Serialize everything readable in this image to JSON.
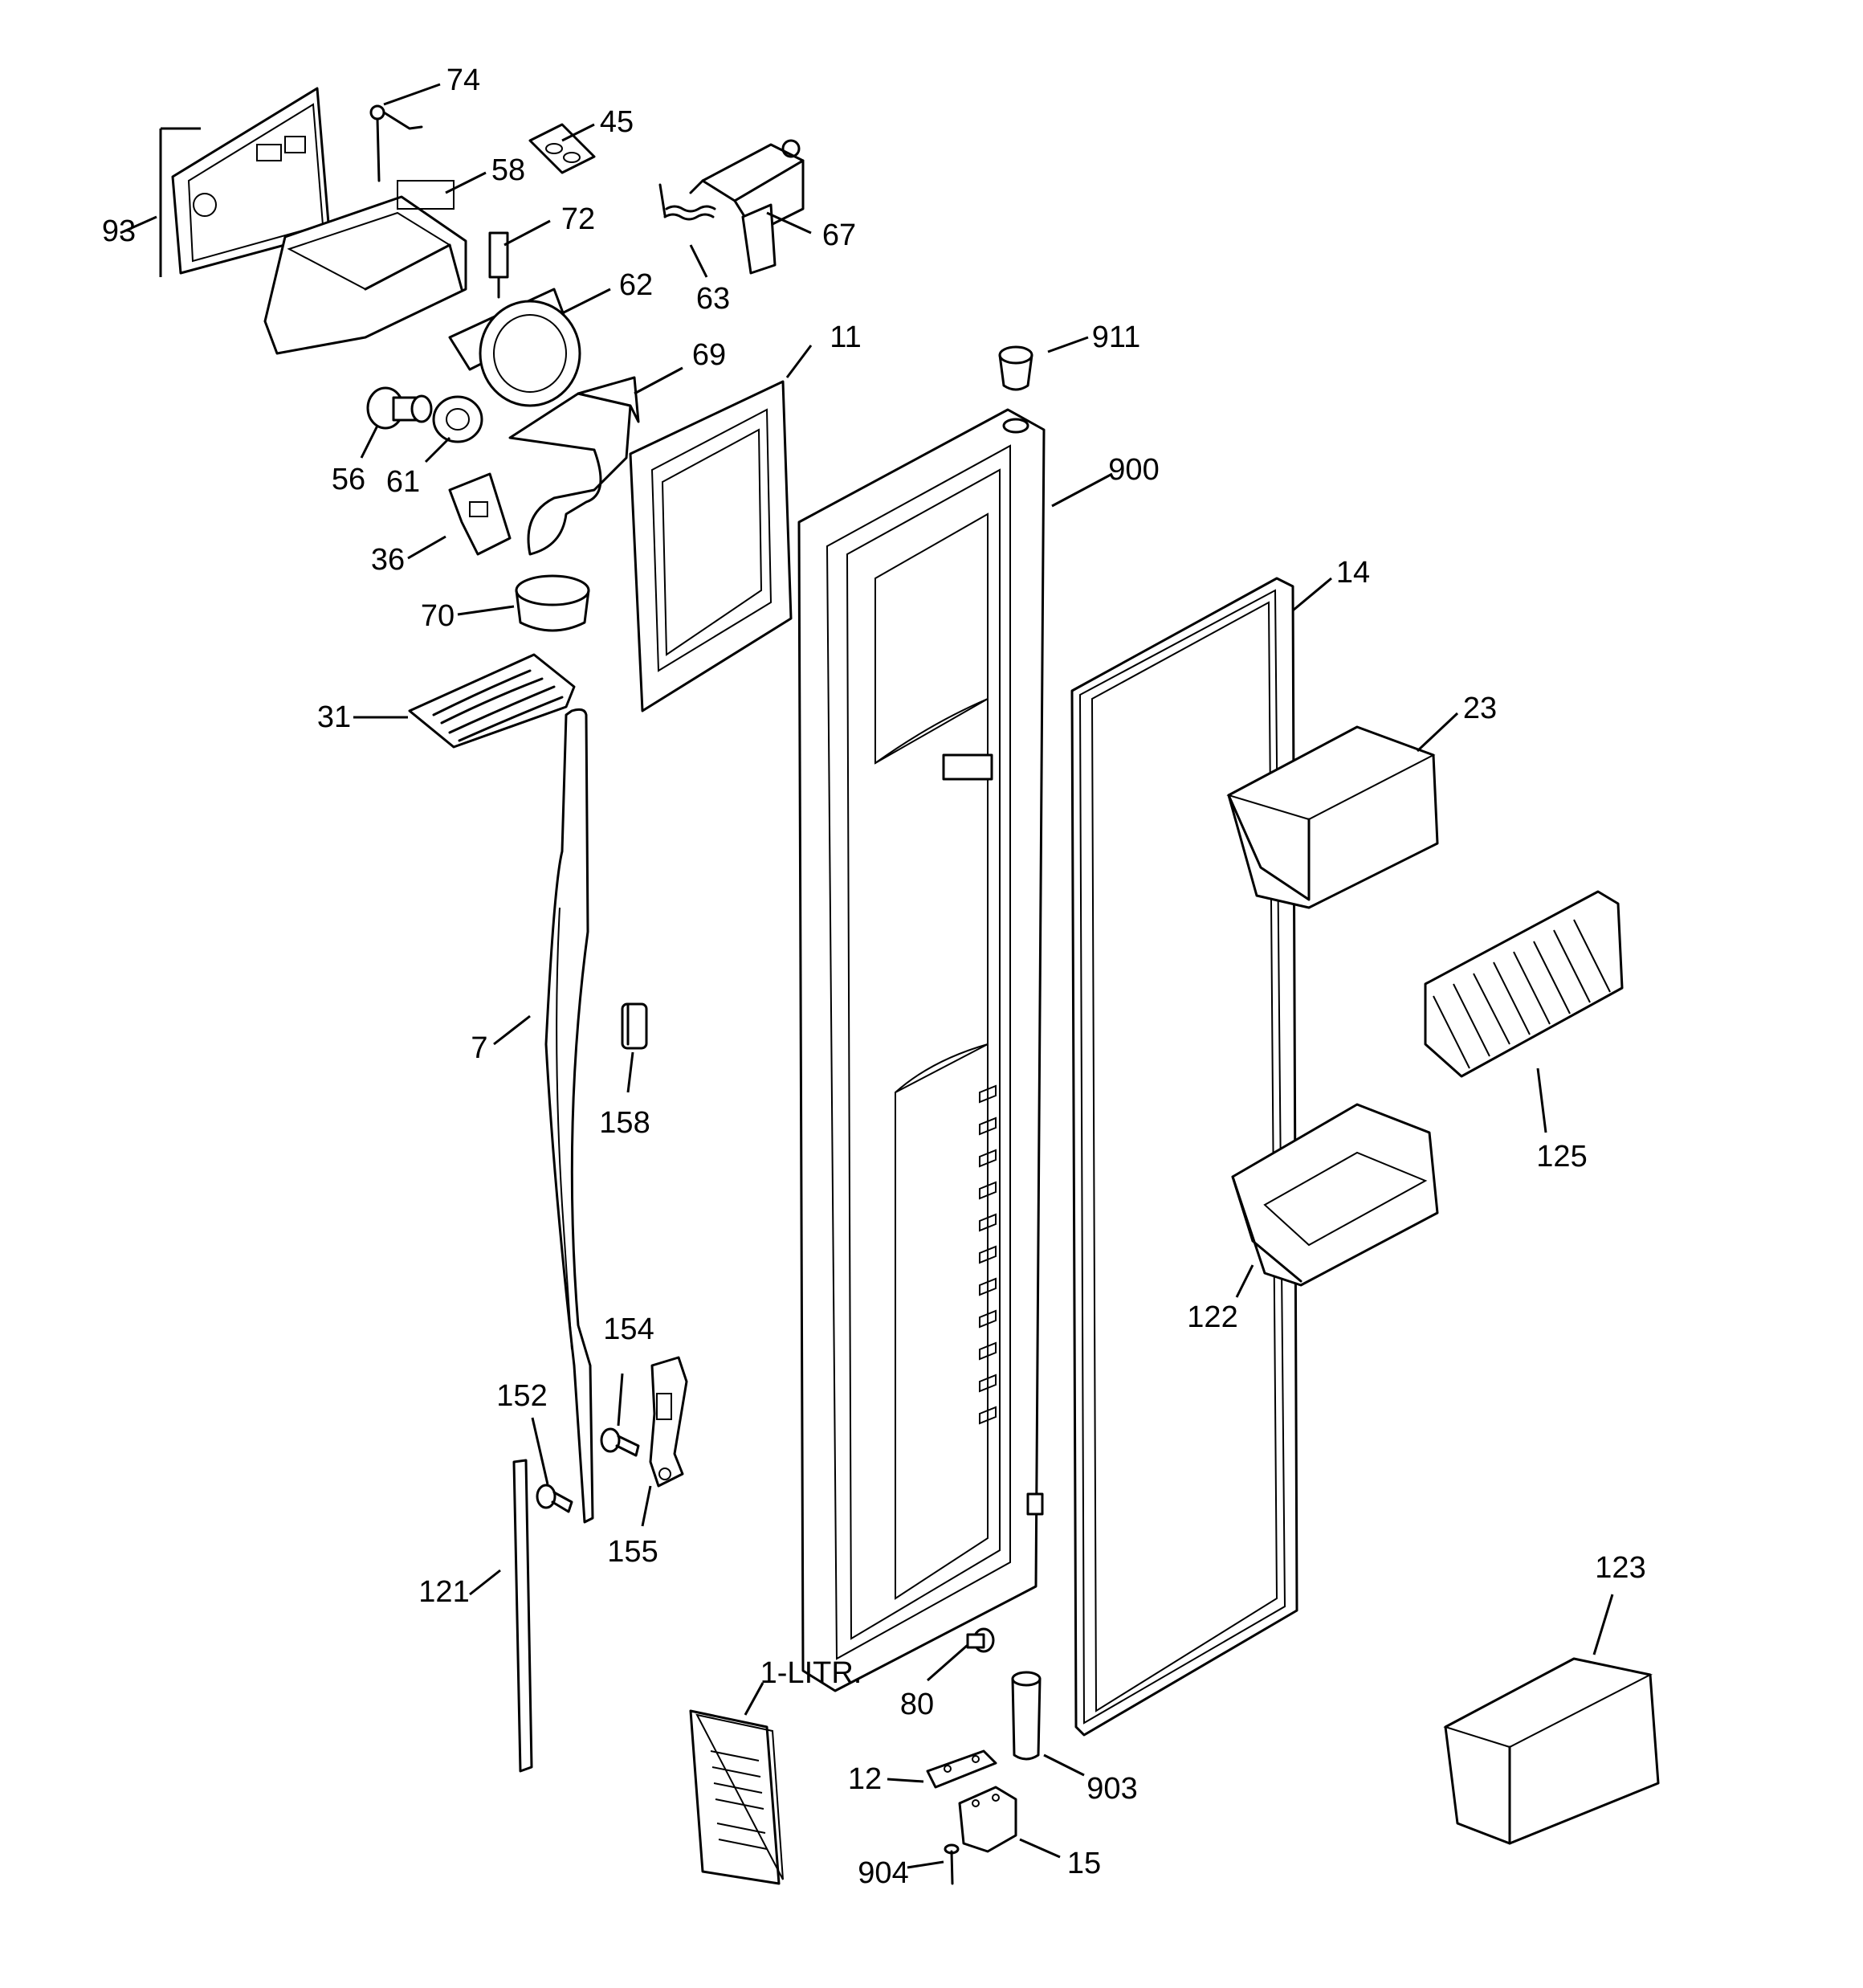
{
  "labels": {
    "p74": "74",
    "p45": "45",
    "p58": "58",
    "p93": "93",
    "p72": "72",
    "p67": "67",
    "p63": "63",
    "p62": "62",
    "p11": "11",
    "p911": "911",
    "p69": "69",
    "p56": "56",
    "p61": "61",
    "p900": "900",
    "p36": "36",
    "p70": "70",
    "p14": "14",
    "p23": "23",
    "p31": "31",
    "p7": "7",
    "p158": "158",
    "p125": "125",
    "p122": "122",
    "p154": "154",
    "p152": "152",
    "p155": "155",
    "p121": "121",
    "p123": "123",
    "p1litr": "1-LITR.",
    "p80": "80",
    "p12": "12",
    "p903": "903",
    "p904": "904",
    "p15": "15"
  },
  "colors": {
    "line": "#000000",
    "background": "#ffffff"
  }
}
